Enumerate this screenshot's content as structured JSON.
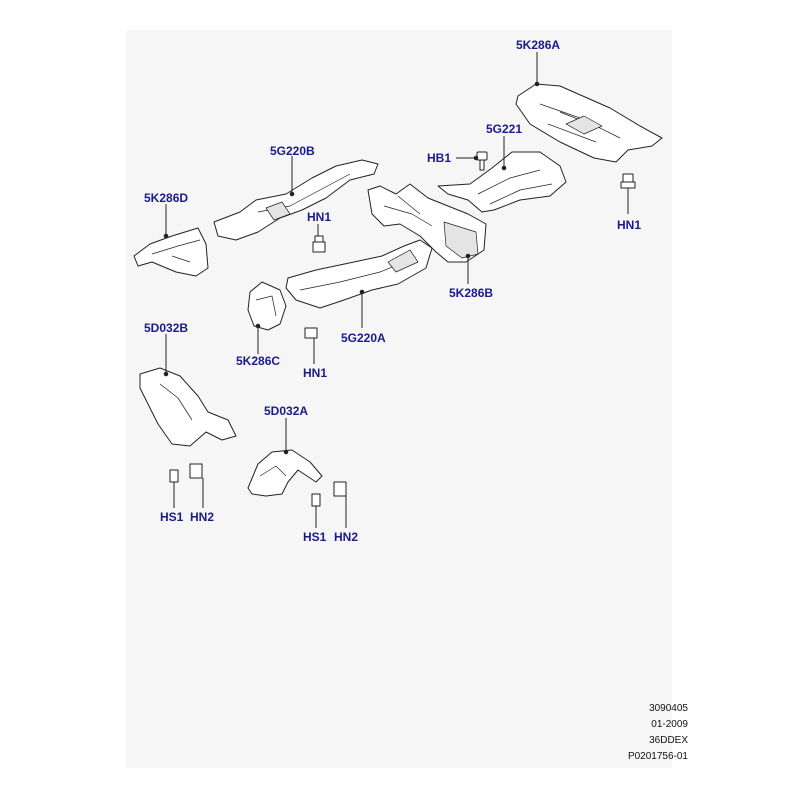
{
  "diagram": {
    "callouts": {
      "c_5k286a": "5K286A",
      "c_5g221": "5G221",
      "c_hb1": "HB1",
      "c_hn1_right": "HN1",
      "c_5g220b": "5G220B",
      "c_5k286d": "5K286D",
      "c_hn1_center": "HN1",
      "c_5k286b": "5K286B",
      "c_5g220a": "5G220A",
      "c_5k286c": "5K286C",
      "c_hn1_lower": "HN1",
      "c_5d032b": "5D032B",
      "c_5d032a": "5D032A",
      "c_hs1_left": "HS1",
      "c_hn2_left": "HN2",
      "c_hs1_right": "HS1",
      "c_hn2_right": "HN2"
    },
    "meta": {
      "code": "3090405",
      "date": "01-2009",
      "model": "36DDEX",
      "ref": "P0201756-01"
    },
    "colors": {
      "callout_text": "#1a1a8c",
      "line": "#222222",
      "part_fill": "#ffffff",
      "background": "#f6f6f6"
    }
  }
}
